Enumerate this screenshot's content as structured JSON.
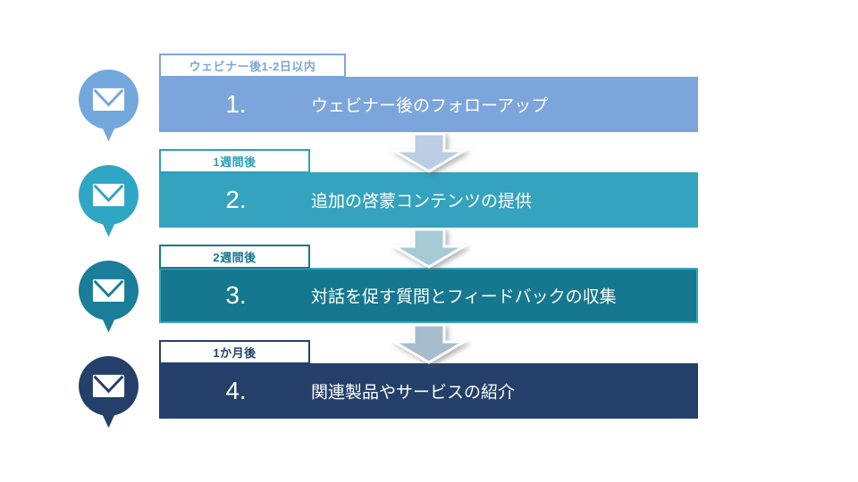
{
  "slide": {
    "background_color": "#ffffff",
    "bar_text_color": "#ffffff",
    "description": "Webinar follow-up email sequence diagram with four timed steps"
  },
  "steps": [
    {
      "number": "1.",
      "timing": "ウェビナー後1-2日以内",
      "label": "ウェビナー後のフォローアップ",
      "bar_color": "#7CA6DB",
      "tab_color": "#7CA6DB",
      "icon_color": "#74A7DC",
      "icon": "email-pin-icon"
    },
    {
      "number": "2.",
      "timing": "1週間後",
      "label": "追加の啓蒙コンテンツの提供",
      "bar_color": "#35A3BE",
      "tab_color": "#2E9FBB",
      "icon_color": "#2FA6C4",
      "icon": "email-pin-icon"
    },
    {
      "number": "3.",
      "timing": "2週間後",
      "label": "対話を促す質問とフィードバックの収集",
      "bar_color": "#16788F",
      "tab_color": "#16788F",
      "icon_color": "#1A7D99",
      "bar_border_color": "#3AA6BE",
      "icon": "email-pin-icon"
    },
    {
      "number": "4.",
      "timing": "1か月後",
      "label": "関連製品やサービスの紹介",
      "bar_color": "#24406A",
      "tab_color": "#24406A",
      "icon_color": "#24406A",
      "icon": "email-pin-icon"
    }
  ],
  "arrows": [
    {
      "icon": "down-arrow-icon",
      "color": "#BCCEE6"
    },
    {
      "icon": "down-arrow-icon",
      "color": "#A6CBD4"
    },
    {
      "icon": "down-arrow-icon",
      "color": "#A7BDCE"
    }
  ]
}
